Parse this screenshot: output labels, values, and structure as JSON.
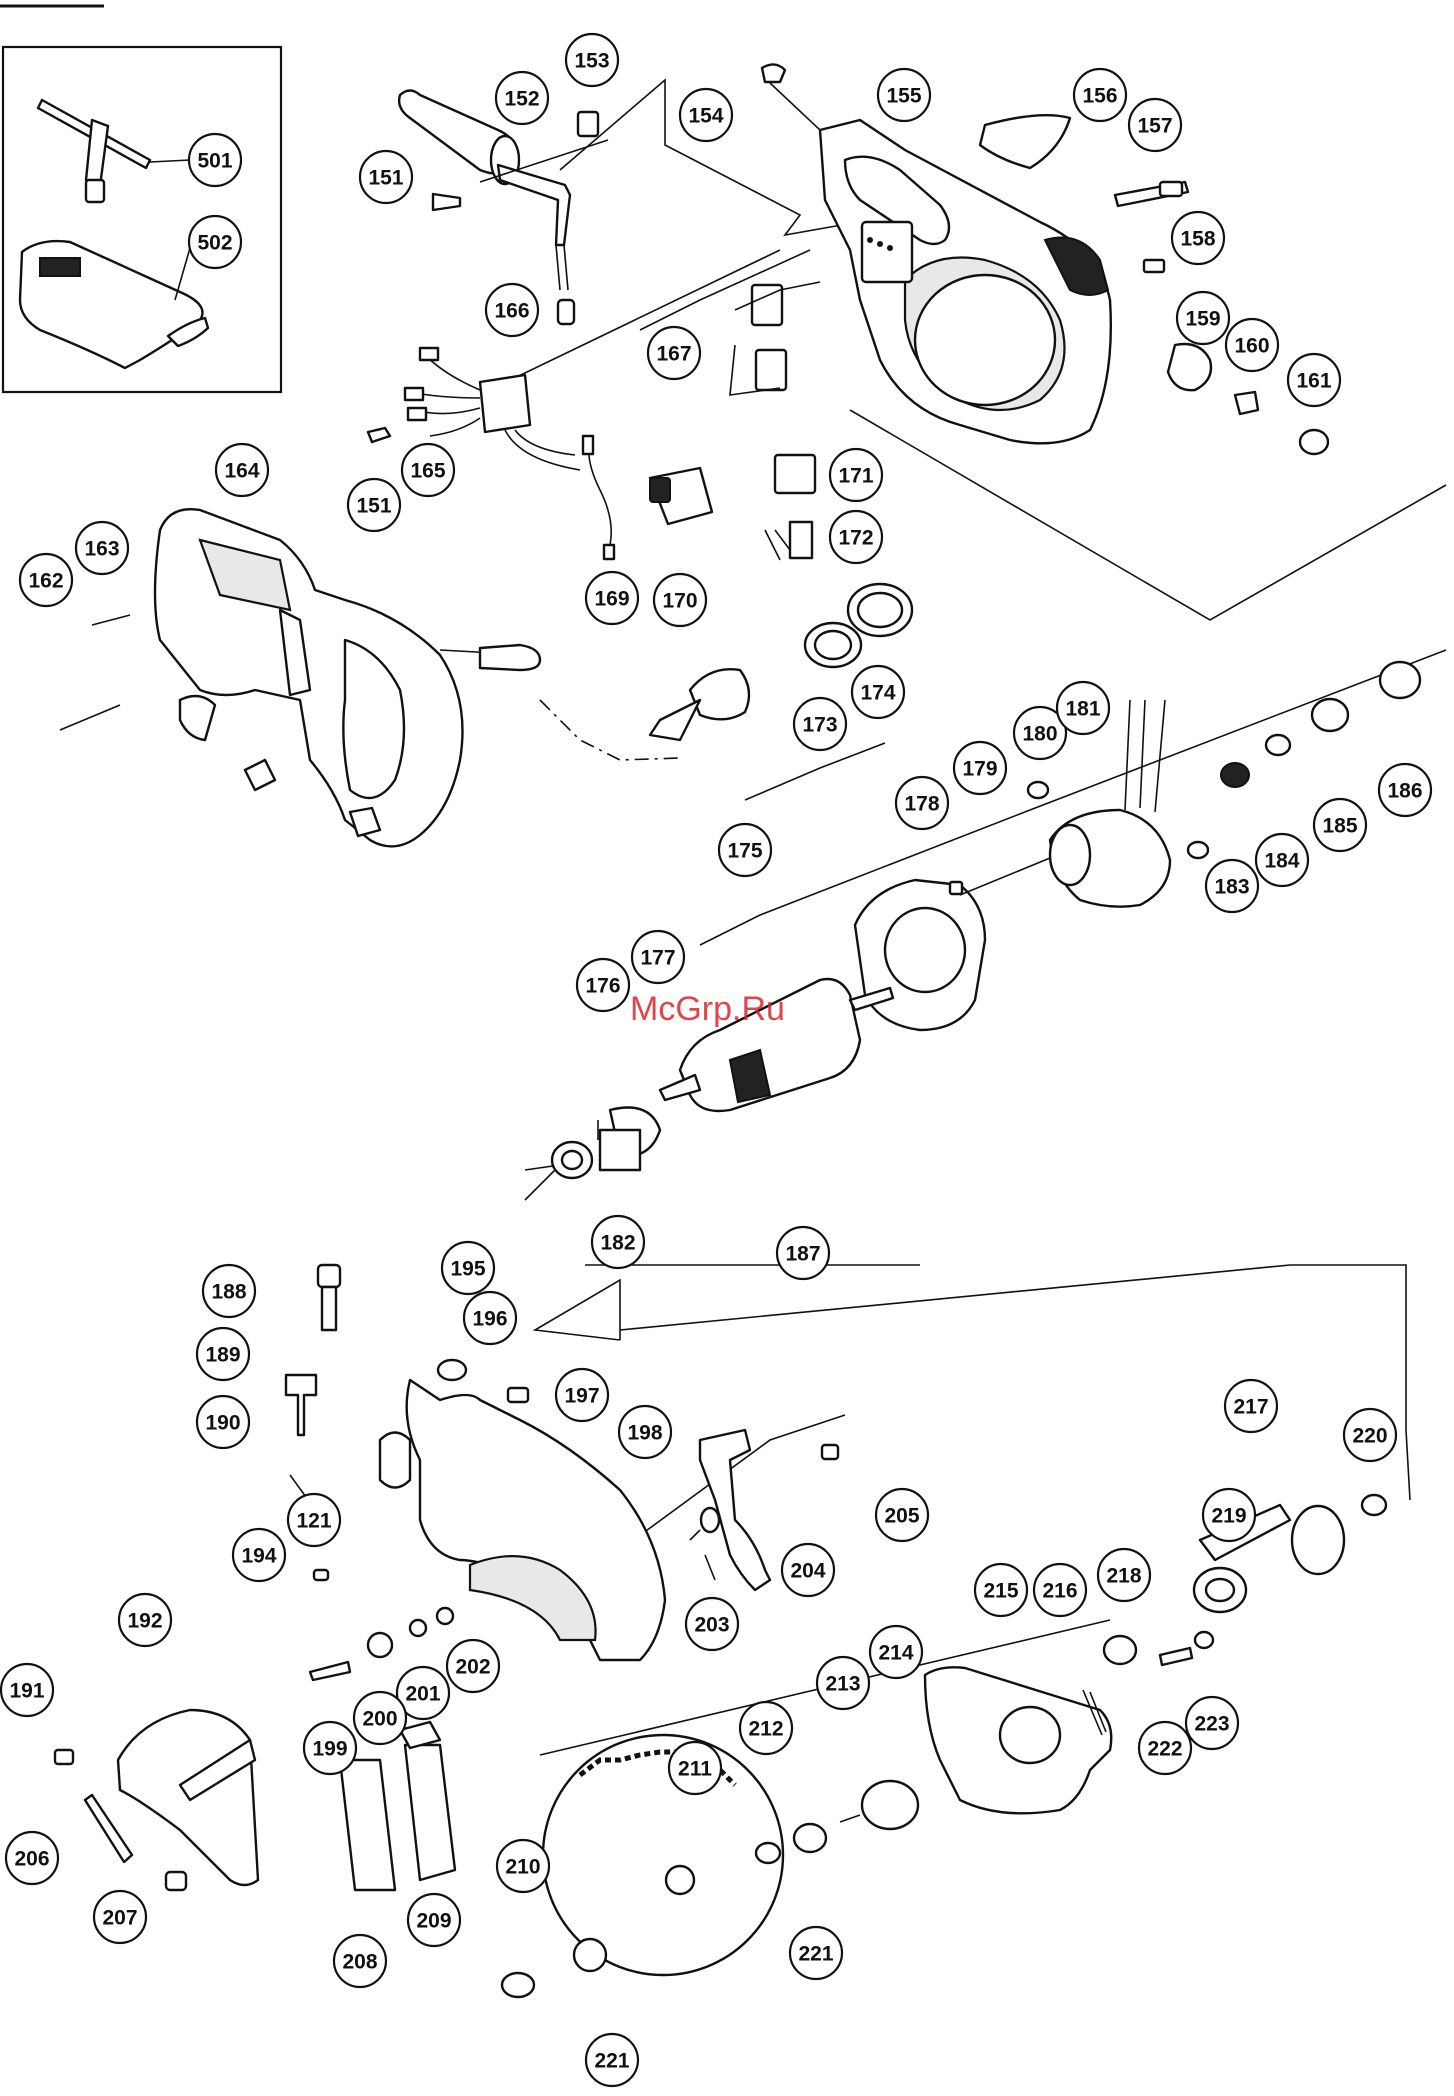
{
  "watermark": "McGrp.Ru",
  "callouts": [
    {
      "id": "151",
      "label": "151"
    },
    {
      "id": "152",
      "label": "152"
    },
    {
      "id": "153",
      "label": "153"
    },
    {
      "id": "154",
      "label": "154"
    },
    {
      "id": "155",
      "label": "155"
    },
    {
      "id": "156",
      "label": "156"
    },
    {
      "id": "157",
      "label": "157"
    },
    {
      "id": "158",
      "label": "158"
    },
    {
      "id": "159",
      "label": "159"
    },
    {
      "id": "160",
      "label": "160"
    },
    {
      "id": "161",
      "label": "161"
    },
    {
      "id": "501",
      "label": "501"
    },
    {
      "id": "502",
      "label": "502"
    },
    {
      "id": "166",
      "label": "166"
    },
    {
      "id": "167",
      "label": "167"
    },
    {
      "id": "151b",
      "label": "151"
    },
    {
      "id": "165",
      "label": "165"
    },
    {
      "id": "171",
      "label": "171"
    },
    {
      "id": "172",
      "label": "172"
    },
    {
      "id": "169",
      "label": "169"
    },
    {
      "id": "170",
      "label": "170"
    },
    {
      "id": "164",
      "label": "164"
    },
    {
      "id": "163",
      "label": "163"
    },
    {
      "id": "162",
      "label": "162"
    },
    {
      "id": "173",
      "label": "173"
    },
    {
      "id": "174",
      "label": "174"
    },
    {
      "id": "175",
      "label": "175"
    },
    {
      "id": "178",
      "label": "178"
    },
    {
      "id": "179",
      "label": "179"
    },
    {
      "id": "180",
      "label": "180"
    },
    {
      "id": "181",
      "label": "181"
    },
    {
      "id": "183",
      "label": "183"
    },
    {
      "id": "184",
      "label": "184"
    },
    {
      "id": "185",
      "label": "185"
    },
    {
      "id": "186",
      "label": "186"
    },
    {
      "id": "176",
      "label": "176"
    },
    {
      "id": "177",
      "label": "177"
    },
    {
      "id": "182",
      "label": "182"
    },
    {
      "id": "187",
      "label": "187"
    },
    {
      "id": "188",
      "label": "188"
    },
    {
      "id": "189",
      "label": "189"
    },
    {
      "id": "190",
      "label": "190"
    },
    {
      "id": "195",
      "label": "195"
    },
    {
      "id": "196",
      "label": "196"
    },
    {
      "id": "197",
      "label": "197"
    },
    {
      "id": "198",
      "label": "198"
    },
    {
      "id": "121",
      "label": "121"
    },
    {
      "id": "194",
      "label": "194"
    },
    {
      "id": "205",
      "label": "205"
    },
    {
      "id": "204",
      "label": "204"
    },
    {
      "id": "203",
      "label": "203"
    },
    {
      "id": "217",
      "label": "217"
    },
    {
      "id": "220",
      "label": "220"
    },
    {
      "id": "219",
      "label": "219"
    },
    {
      "id": "218",
      "label": "218"
    },
    {
      "id": "192",
      "label": "192"
    },
    {
      "id": "191",
      "label": "191"
    },
    {
      "id": "202",
      "label": "202"
    },
    {
      "id": "201",
      "label": "201"
    },
    {
      "id": "200",
      "label": "200"
    },
    {
      "id": "199",
      "label": "199"
    },
    {
      "id": "215",
      "label": "215"
    },
    {
      "id": "216",
      "label": "216"
    },
    {
      "id": "214",
      "label": "214"
    },
    {
      "id": "213",
      "label": "213"
    },
    {
      "id": "212",
      "label": "212"
    },
    {
      "id": "211",
      "label": "211"
    },
    {
      "id": "222",
      "label": "222"
    },
    {
      "id": "223",
      "label": "223"
    },
    {
      "id": "206",
      "label": "206"
    },
    {
      "id": "207",
      "label": "207"
    },
    {
      "id": "208",
      "label": "208"
    },
    {
      "id": "209",
      "label": "209"
    },
    {
      "id": "210",
      "label": "210"
    },
    {
      "id": "221a",
      "label": "221"
    },
    {
      "id": "221b",
      "label": "221"
    }
  ]
}
